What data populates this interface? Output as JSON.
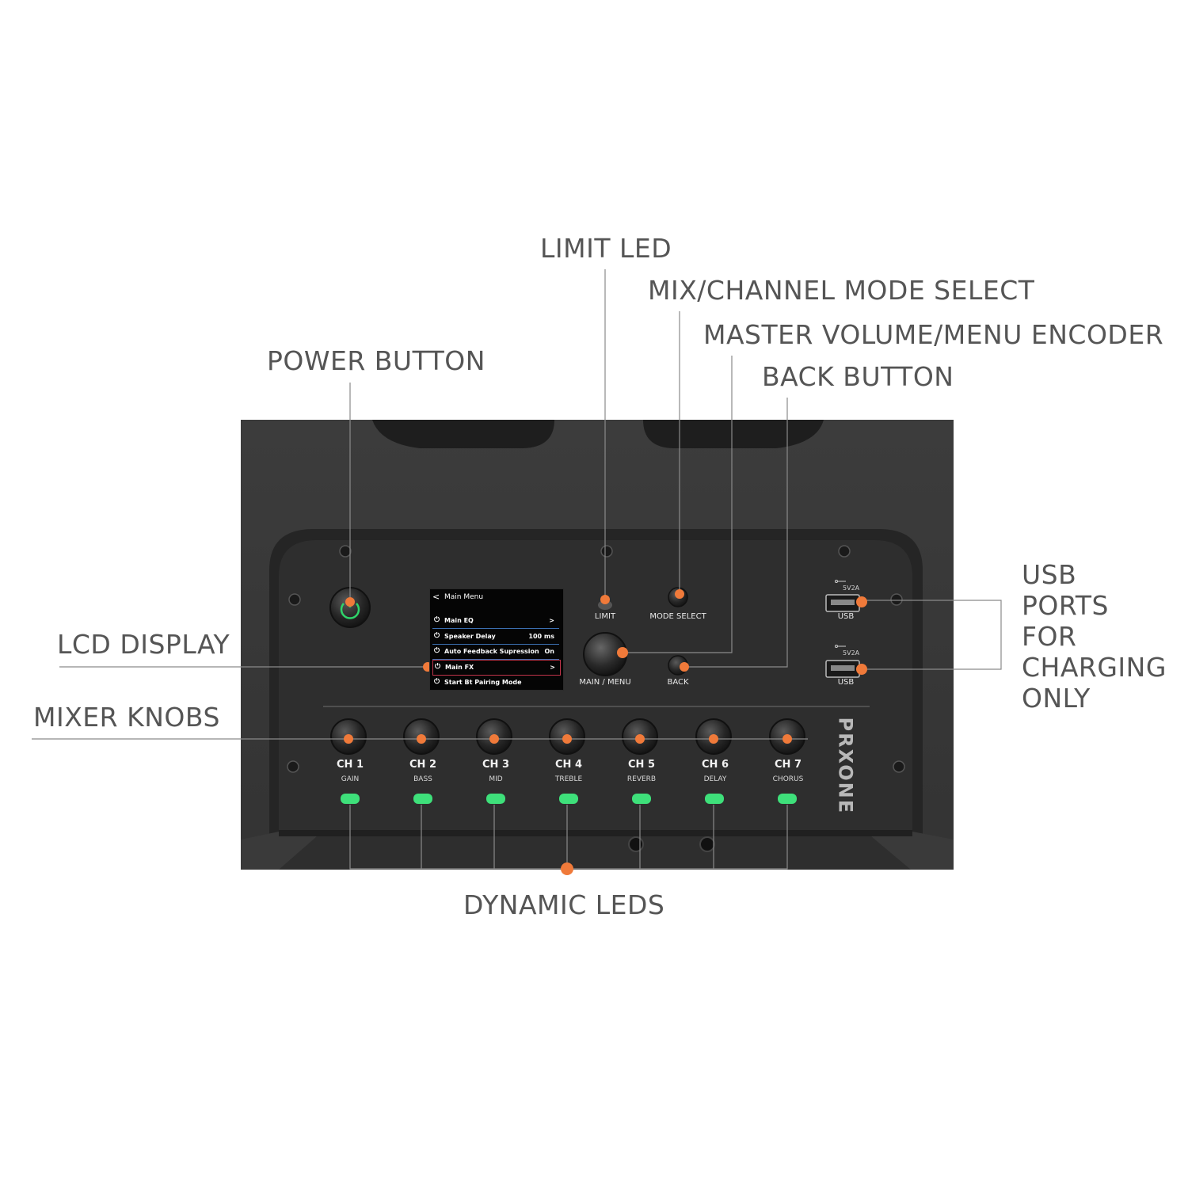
{
  "callouts": {
    "limit_led": "LIMIT LED",
    "mode_select": "MIX/CHANNEL MODE SELECT",
    "master_volume": "MASTER VOLUME/MENU ENCODER",
    "back_button": "BACK BUTTON",
    "power_button": "POWER BUTTON",
    "lcd_display": "LCD DISPLAY",
    "mixer_knobs": "MIXER KNOBS",
    "dynamic_leds": "DYNAMIC LEDS",
    "usb_ports": [
      "USB",
      "PORTS",
      "FOR",
      "CHARGING",
      "ONLY"
    ]
  },
  "panel": {
    "limit": "LIMIT",
    "mode_select": "MODE SELECT",
    "main_menu": "MAIN / MENU",
    "back": "BACK",
    "usb_top": "USB",
    "usb_bottom": "USB",
    "usb_rating_top": "5V2A",
    "usb_rating_bottom": "5V2A",
    "brand": "PRXONE"
  },
  "lcd": {
    "title": "Main Menu",
    "back_glyph": "<",
    "rows": [
      {
        "label": "Main EQ",
        "value": ">"
      },
      {
        "label": "Speaker Delay",
        "value": "100 ms"
      },
      {
        "label": "Auto Feedback Supression",
        "value": "On"
      },
      {
        "label": "Main FX",
        "value": ">"
      },
      {
        "label": "Start Bt Pairing Mode",
        "value": ""
      }
    ]
  },
  "channels": [
    {
      "name": "CH 1",
      "function": "GAIN"
    },
    {
      "name": "CH 2",
      "function": "BASS"
    },
    {
      "name": "CH 3",
      "function": "MID"
    },
    {
      "name": "CH 4",
      "function": "TREBLE"
    },
    {
      "name": "CH 5",
      "function": "REVERB"
    },
    {
      "name": "CH 6",
      "function": "DELAY"
    },
    {
      "name": "CH 7",
      "function": "CHORUS"
    }
  ],
  "colors": {
    "marker": "#f07a3a",
    "led_green": "#3ee07a",
    "power_ring": "#2fd46a",
    "body": "#3a3a3a",
    "panel": "#2c2c2c",
    "text": "#555555"
  }
}
